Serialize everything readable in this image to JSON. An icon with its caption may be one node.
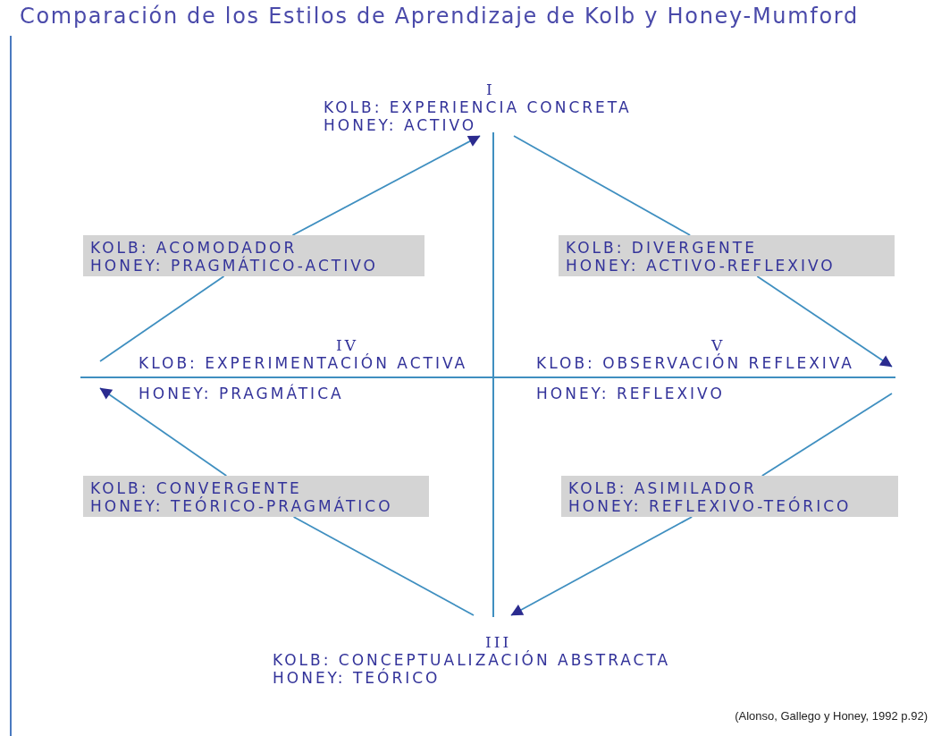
{
  "diagram": {
    "title": "Comparación de los Estilos de Aprendizaje de Kolb y Honey-Mumford",
    "caption": "(Alonso, Gallego y Honey, 1992 p.92)",
    "nodes": [
      {
        "text": [
          "I",
          "KOLB: EXPERIENCIA CONCRETA",
          "HONEY: ACTIVO"
        ]
      },
      {
        "text": [
          "V",
          "KLOB: OBSERVACIÓN REFLEXIVA",
          "HONEY: REFLEXIVO"
        ]
      },
      {
        "text": [
          "III",
          "KOLB: CONCEPTUALIZACIÓN ABSTRACTA",
          "HONEY: TEÓRICO"
        ]
      },
      {
        "text": [
          "IV",
          "KLOB: EXPERIMENTACIÓN ACTIVA",
          "HONEY: PRAGMÁTICA"
        ]
      },
      {
        "text": [
          "KOLB: DIVERGENTE",
          "HONEY: ACTIVO-REFLEXIVO"
        ]
      },
      {
        "text": [
          "KOLB: ASIMILADOR",
          "HONEY: REFLEXIVO-TEÓRICO"
        ]
      },
      {
        "text": [
          "KOLB: CONVERGENTE",
          "HONEY: TEÓRICO-PRAGMÁTICO"
        ]
      },
      {
        "text": [
          "KOLB: ACOMODADOR",
          "HONEY: PRAGMÁTICO-ACTIVO"
        ]
      }
    ],
    "edges": [
      {
        "from": 0,
        "to": 4,
        "arrow": "none"
      },
      {
        "from": 4,
        "to": 1,
        "arrow": "to"
      },
      {
        "from": 1,
        "to": 5,
        "arrow": "none"
      },
      {
        "from": 5,
        "to": 2,
        "arrow": "to"
      },
      {
        "from": 2,
        "to": 6,
        "arrow": "none"
      },
      {
        "from": 6,
        "to": 3,
        "arrow": "to"
      },
      {
        "from": 3,
        "to": 7,
        "arrow": "none"
      },
      {
        "from": 7,
        "to": 0,
        "arrow": "to"
      }
    ]
  }
}
